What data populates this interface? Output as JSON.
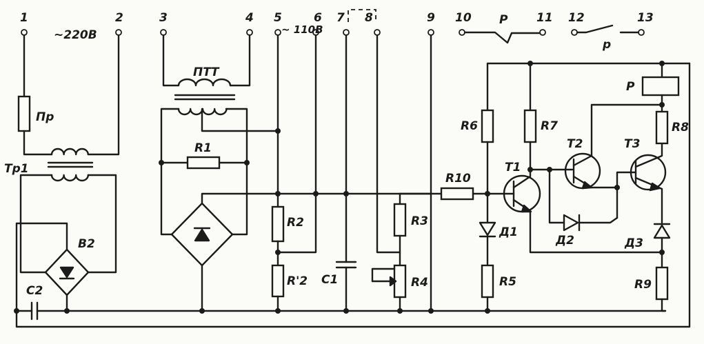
{
  "terminals": [
    "1",
    "2",
    "3",
    "4",
    "5",
    "6",
    "7",
    "8",
    "9",
    "10",
    "11",
    "12",
    "13"
  ],
  "supply": {
    "mains": "~220В",
    "secondary": "~ 110В"
  },
  "labels": {
    "fuse": "Пр",
    "transformer": "Тр1",
    "bridge_v2": "В2",
    "capacitor_c2": "С2",
    "transformer_ptt": "ПТТ",
    "r1": "R1",
    "r2": "R2",
    "r2prime": "R'2",
    "c1": "С1",
    "r3": "R3",
    "r4": "R4",
    "r10": "R10",
    "r6": "R6",
    "r7": "R7",
    "r8": "R8",
    "t1": "Т1",
    "t2": "Т2",
    "t3": "Т3",
    "d1": "Д1",
    "d2": "Д2",
    "d3": "Д3",
    "r5": "R5",
    "r9": "R9",
    "relay_coil": "Р",
    "relay_contact_1": "Р",
    "relay_contact_2": "р"
  }
}
